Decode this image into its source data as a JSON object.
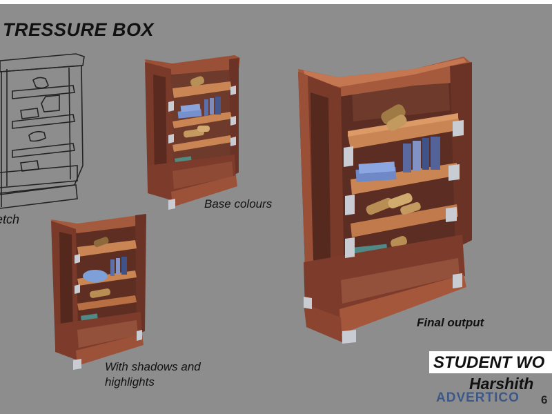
{
  "title": "TRESSURE BOX",
  "captions": {
    "sketch": "etch",
    "base": "Base colours",
    "shadows": "With shadows and highlights",
    "final": "Final output"
  },
  "student": {
    "heading": "STUDENT WO",
    "name": "Harshith",
    "id": "6"
  },
  "watermark": "ADVERTICO",
  "colors": {
    "background": "#8d8d8d",
    "wood_dark": "#6b3326",
    "wood_mid": "#8e4a35",
    "shelf": "#c07a4c",
    "metal": "#c9ccd2",
    "book_blue": "#6f88c8",
    "book_teal": "#4f8a86"
  }
}
